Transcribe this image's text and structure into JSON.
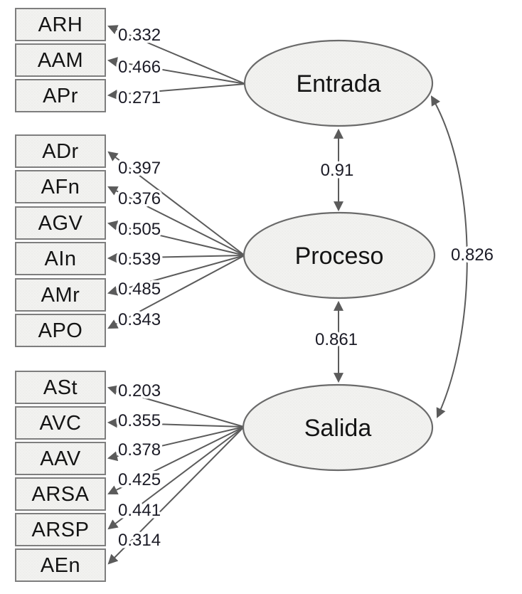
{
  "diagram": {
    "title": "SEM path diagram Entrada-Proceso-Salida",
    "latents": [
      {
        "label": "Entrada"
      },
      {
        "label": "Proceso"
      },
      {
        "label": "Salida"
      }
    ],
    "groups": [
      {
        "latent": "Entrada",
        "indicators": [
          {
            "label": "ARH",
            "loading": "0.332"
          },
          {
            "label": "AAM",
            "loading": "0.466"
          },
          {
            "label": "APr",
            "loading": "0.271"
          }
        ]
      },
      {
        "latent": "Proceso",
        "indicators": [
          {
            "label": "ADr",
            "loading": "0.397"
          },
          {
            "label": "AFn",
            "loading": "0.376"
          },
          {
            "label": "AGV",
            "loading": "0.505"
          },
          {
            "label": "AIn",
            "loading": "0.539"
          },
          {
            "label": "AMr",
            "loading": "0.485"
          },
          {
            "label": "APO",
            "loading": "0.343"
          }
        ]
      },
      {
        "latent": "Salida",
        "indicators": [
          {
            "label": "ASt",
            "loading": "0.203"
          },
          {
            "label": "AVC",
            "loading": "0.355"
          },
          {
            "label": "AAV",
            "loading": "0.378"
          },
          {
            "label": "ARSA",
            "loading": "0.425"
          },
          {
            "label": "ARSP",
            "loading": "0.441"
          },
          {
            "label": "AEn",
            "loading": "0.314"
          }
        ]
      }
    ],
    "covariances": [
      {
        "pair": "Entrada-Proceso",
        "value": "0.91"
      },
      {
        "pair": "Proceso-Salida",
        "value": "0.861"
      },
      {
        "pair": "Entrada-Salida",
        "value": "0.826"
      }
    ],
    "colors": {
      "background": "#ffffff",
      "shape_fill": "#f2f2f0",
      "shape_dot": "#dfdfdb",
      "box_border": "#7e7e7e",
      "ellipse_border": "#6a6a6a",
      "arrow": "#5b5b5b",
      "text": "#141414",
      "number_text": "#1b1b26"
    }
  }
}
